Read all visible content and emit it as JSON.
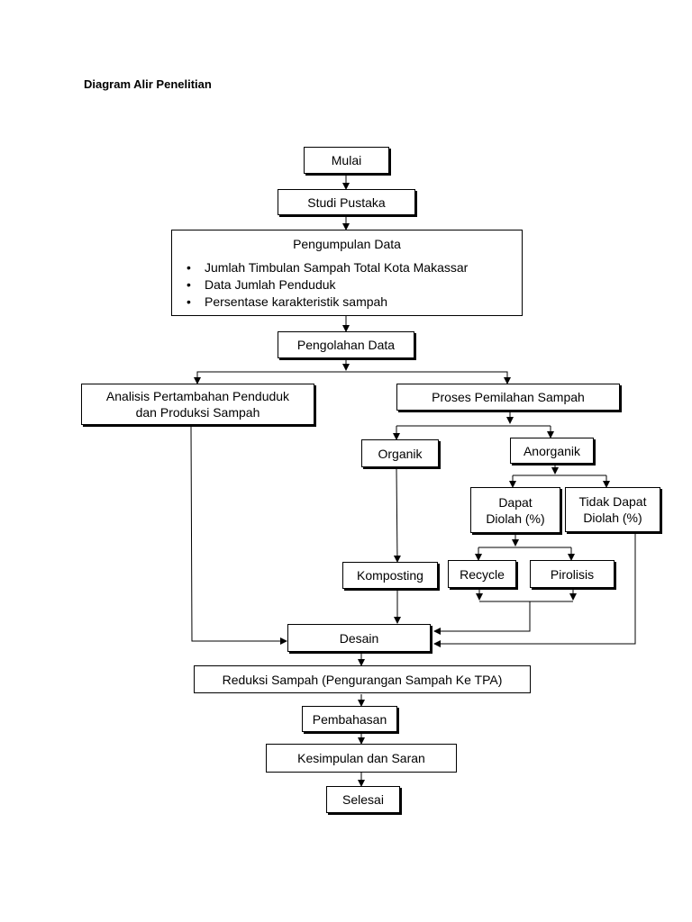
{
  "page": {
    "heading": "Diagram Alir Penelitian"
  },
  "nodes": {
    "mulai": "Mulai",
    "studi_pustaka": "Studi Pustaka",
    "pengumpulan_data": {
      "title": "Pengumpulan Data",
      "items": [
        "Jumlah Timbulan Sampah Total Kota Makassar",
        "Data Jumlah Penduduk",
        "Persentase karakteristik sampah"
      ]
    },
    "pengolahan_data": "Pengolahan Data",
    "analisis": "Analisis Pertambahan Penduduk\ndan Produksi Sampah",
    "proses_pemilahan": "Proses Pemilahan Sampah",
    "organik": "Organik",
    "anorganik": "Anorganik",
    "dapat_diolah": "Dapat\nDiolah (%)",
    "tidak_dapat_diolah": "Tidak Dapat\nDiolah (%)",
    "komposting": "Komposting",
    "recycle": "Recycle",
    "pirolisis": "Pirolisis",
    "desain": "Desain",
    "reduksi": "Reduksi Sampah (Pengurangan Sampah Ke TPA)",
    "pembahasan": "Pembahasan",
    "kesimpulan": "Kesimpulan dan Saran",
    "selesai": "Selesai"
  },
  "colors": {
    "line": "#000000",
    "box_border": "#000000",
    "background": "#ffffff"
  }
}
